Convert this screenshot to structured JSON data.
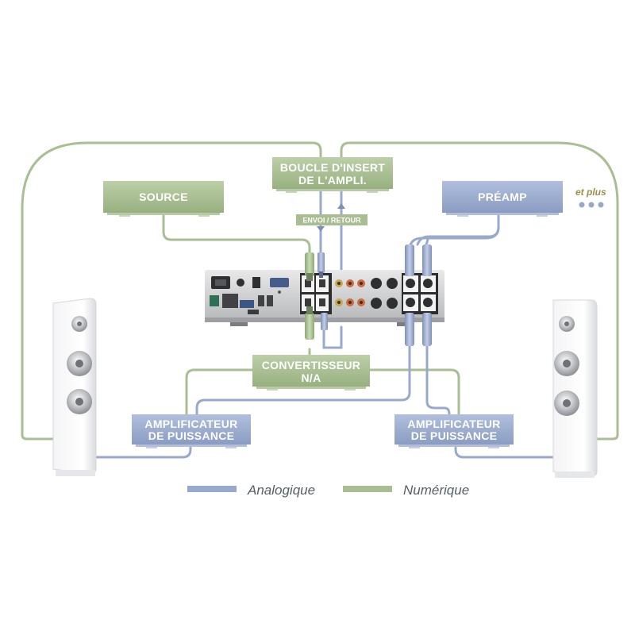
{
  "colors": {
    "analog": "#98a9cb",
    "digital": "#a9bf93",
    "analog_box": "#9dadcf",
    "digital_box": "#aec398",
    "background": "#ffffff"
  },
  "boxes": {
    "insert_loop": [
      "BOUCLE D'INSERT",
      "DE L'AMPLI."
    ],
    "source": "SOURCE",
    "preamp": "PRÉAMP",
    "converter": [
      "CONVERTISSEUR",
      "N/A"
    ],
    "amp_left": [
      "AMPLIFICATEUR",
      "DE PUISSANCE"
    ],
    "amp_right": [
      "AMPLIFICATEUR",
      "DE PUISSANCE"
    ]
  },
  "send_return_label": "ENVOI / RETOUR",
  "et_plus": "et plus",
  "legend": {
    "analog": "Analogique",
    "digital": "Numérique"
  },
  "icons": {
    "device": "rear-panel-device-icon",
    "speaker": "tower-speaker-icon",
    "connector": "xlr-plug-icon"
  }
}
